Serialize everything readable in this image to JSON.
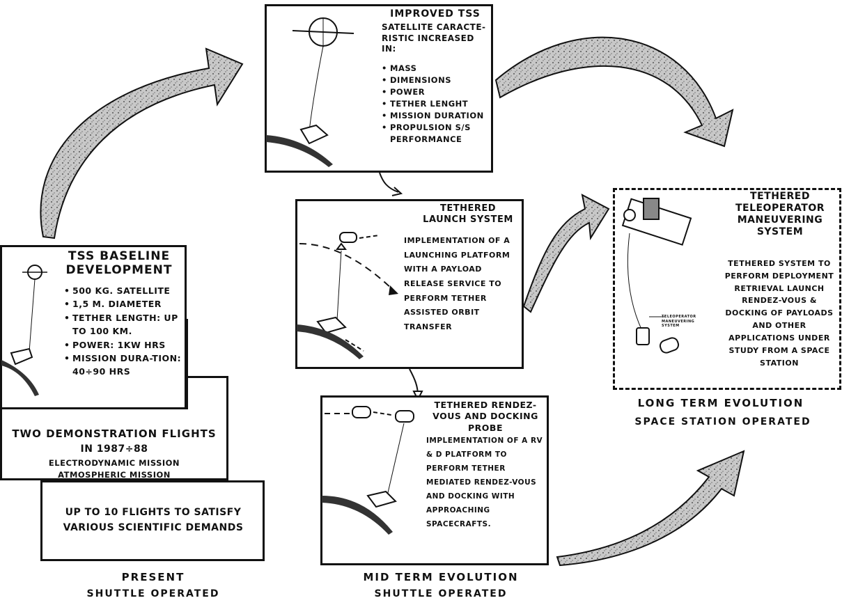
{
  "improved": {
    "title": "IMPROVED TSS",
    "intro": "SATELLITE CARACTE-RISTIC INCREASED IN:",
    "items": [
      "MASS",
      "DIMENSIONS",
      "POWER",
      "TETHER LENGHT",
      "MISSION DURATION",
      "PROPULSION S/S PERFORMANCE"
    ]
  },
  "launch": {
    "title": "TETHERED LAUNCH SYSTEM",
    "text": "IMPLEMENTATION OF A LAUNCHING PLATFORM WITH A PAYLOAD RELEASE SERVICE TO PERFORM TETHER ASSISTED ORBIT TRANSFER"
  },
  "rendezvous": {
    "title": "TETHERED RENDEZ-VOUS AND DOCKING PROBE",
    "text": "IMPLEMENTATION OF A RV & D PLATFORM TO PERFORM TETHER MEDIATED RENDEZ-VOUS AND DOCKING WITH APPROACHING SPACECRAFTS."
  },
  "baseline": {
    "title": "TSS BASELINE DEVELOPMENT",
    "items": [
      "500 kg. SATELLITE",
      "1,5 m. DIAMETER",
      "TETHER LENGTH: UP TO 100 km.",
      "POWER: 1kw HRS",
      "MISSION DURA-TION: 40÷90 HRS"
    ]
  },
  "demo": {
    "title": "TWO DEMONSTRATION FLIGHTS",
    "sub": "IN 1987÷88",
    "missions": [
      "ELECTRODYNAMIC MISSION",
      "ATMOSPHERIC MISSION"
    ]
  },
  "flights": {
    "text": "UP TO 10 FLIGHTS TO SATISFY VARIOUS SCIENTIFIC DEMANDS"
  },
  "teleoperator": {
    "title": "TETHERED TELEOPERATOR MANEUVERING SYSTEM",
    "text": "TETHERED SYSTEM TO PERFORM DEPLOYMENT RETRIEVAL LAUNCH RENDEZ-VOUS & DOCKING OF PAYLOADS AND OTHER APPLICATIONS UNDER STUDY FROM A SPACE STATION",
    "small_label": "TELEOPERATOR MANEUVERING SYSTEM"
  },
  "captions": {
    "present_1": "PRESENT",
    "present_2": "SHUTTLE OPERATED",
    "mid_1": "MID TERM EVOLUTION",
    "mid_2": "SHUTTLE OPERATED",
    "long_1": "LONG TERM EVOLUTION",
    "long_2": "SPACE STATION OPERATED"
  },
  "colors": {
    "ink": "#111111",
    "arrow_fill": "#bdbdbd"
  }
}
